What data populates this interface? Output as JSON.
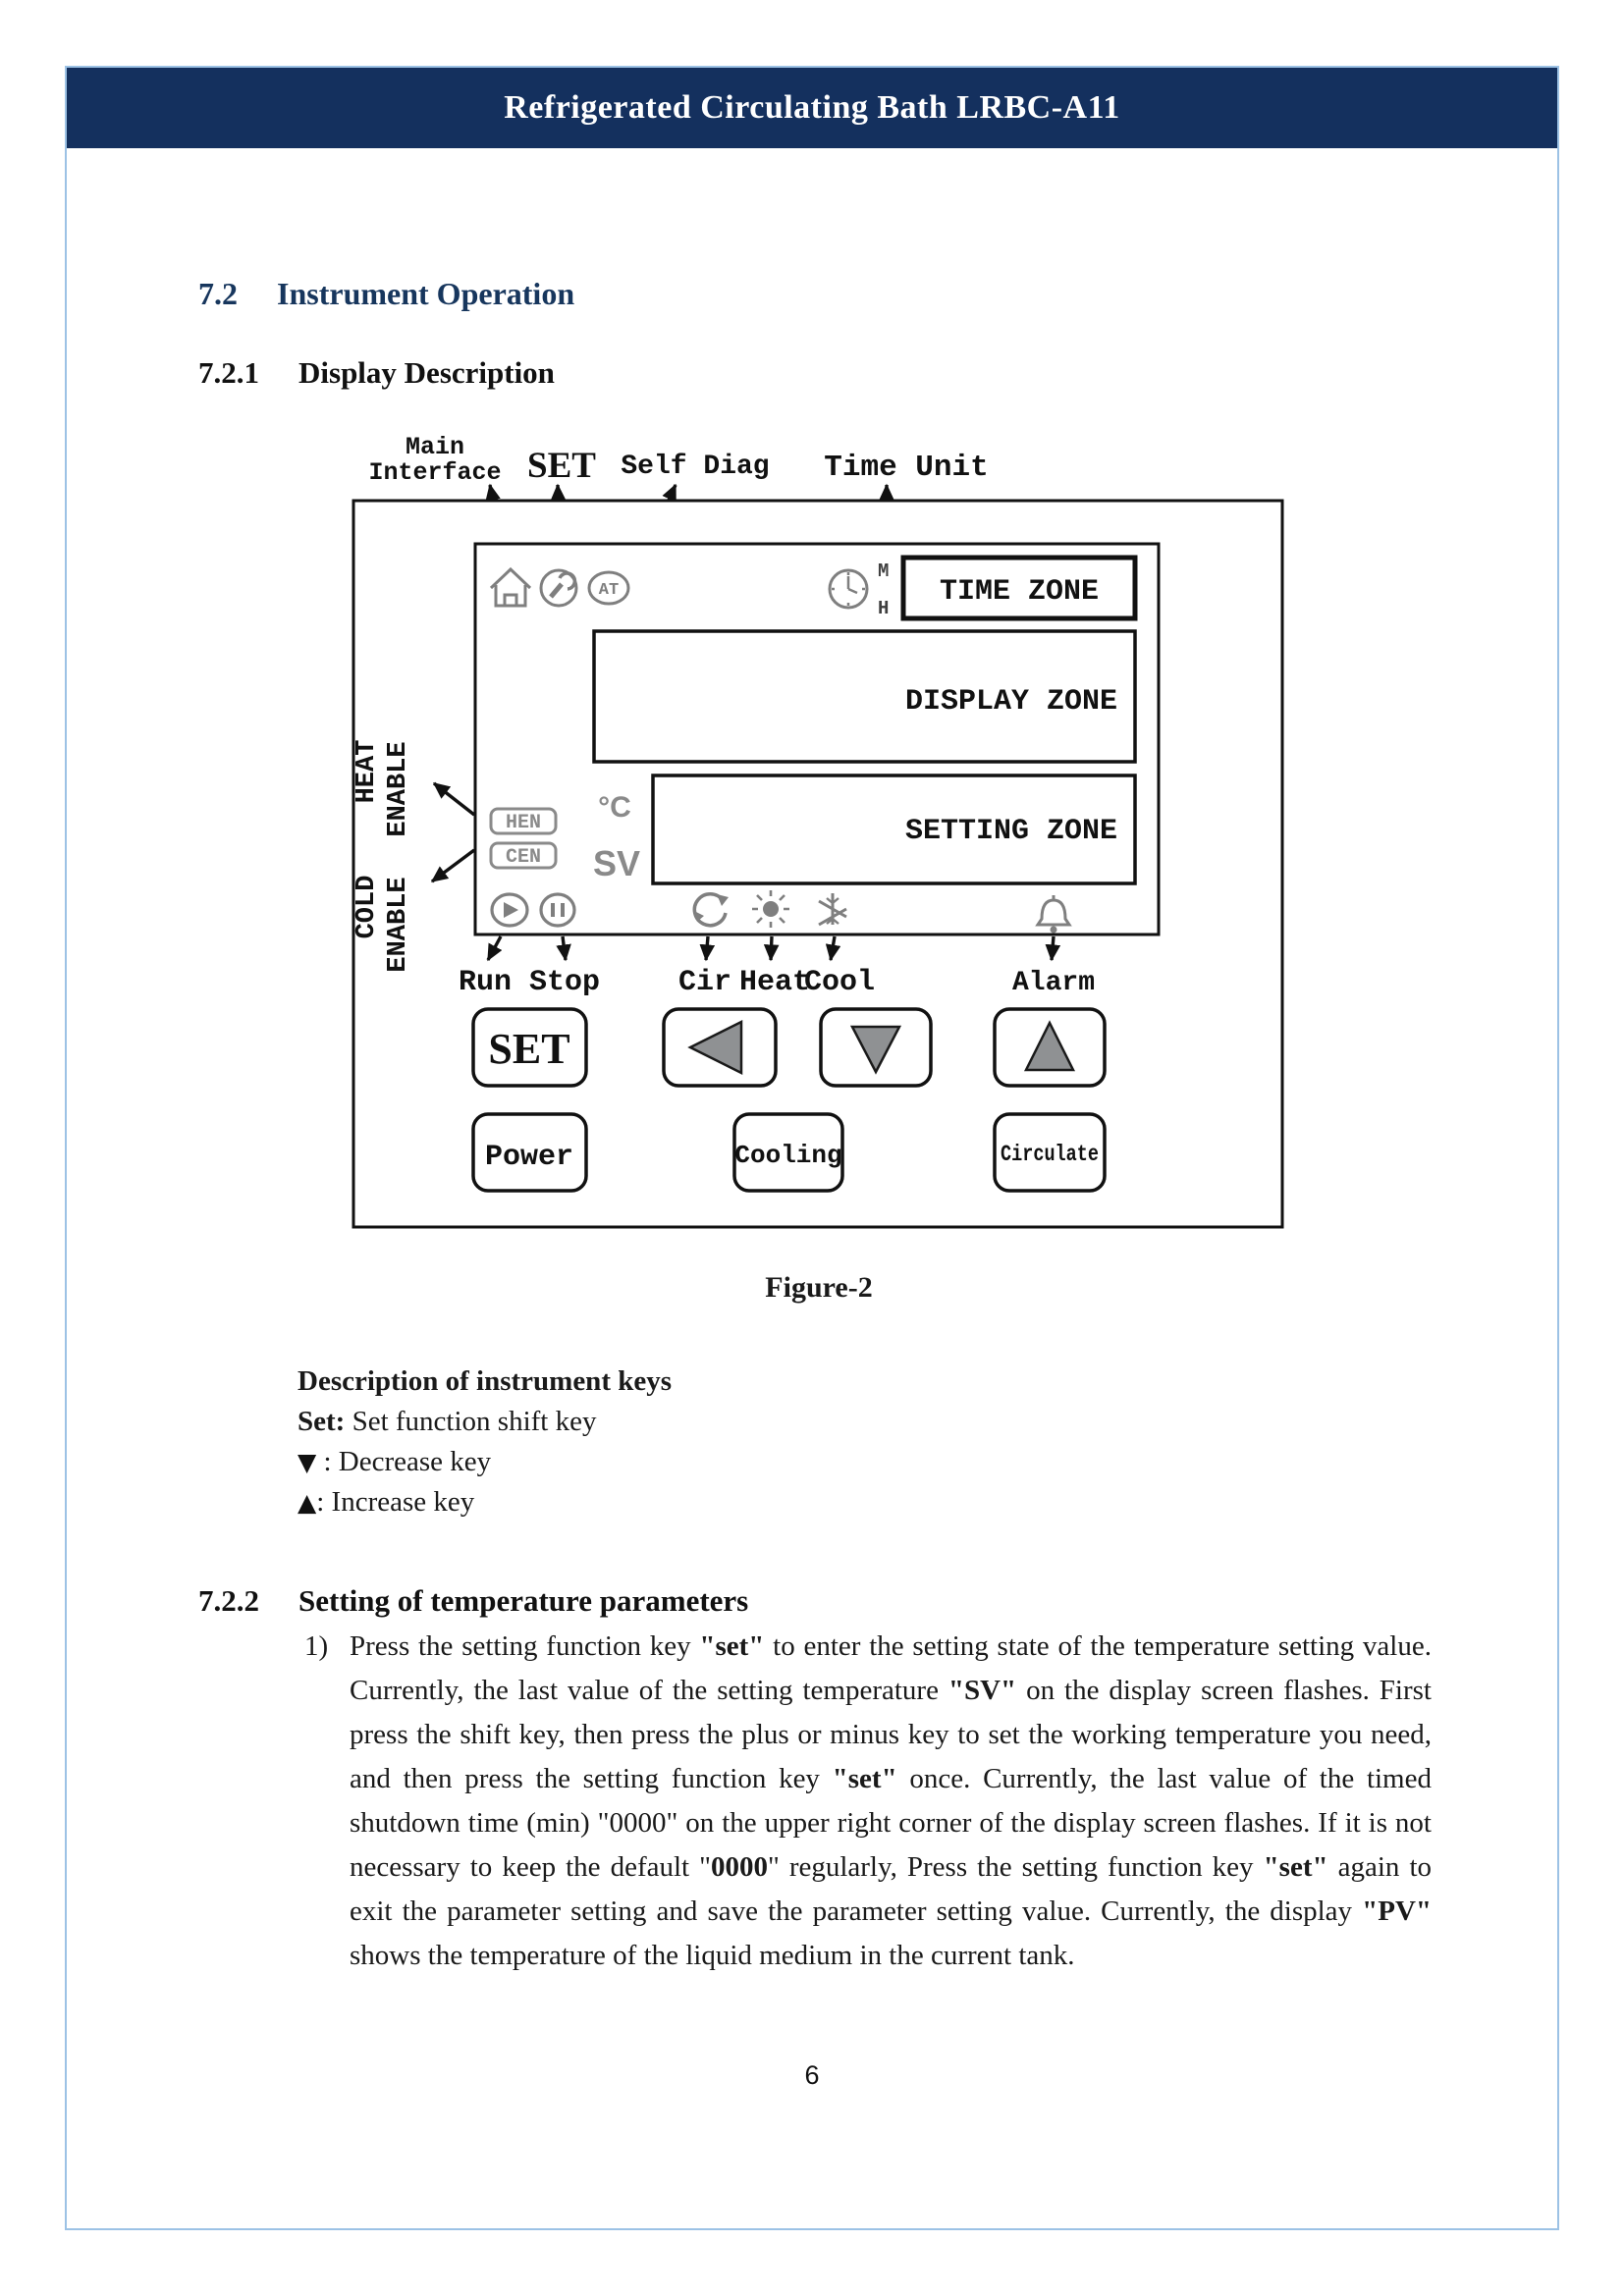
{
  "header": {
    "title": "Refrigerated Circulating Bath LRBC-A11"
  },
  "page": {
    "number": "6"
  },
  "sections": {
    "s72": {
      "number": "7.2",
      "title": "Instrument Operation"
    },
    "s721": {
      "number": "7.2.1",
      "title": "Display Description"
    },
    "s722": {
      "number": "7.2.2",
      "title": "Setting of temperature parameters"
    }
  },
  "figure": {
    "caption": "Figure-2",
    "callouts": {
      "main_interface_1": "Main",
      "main_interface_2": "Interface",
      "set": "SET",
      "self_diag": "Self Diag",
      "time_unit": "Time Unit",
      "heat_enable_1": "HEAT",
      "heat_enable_2": "ENABLE",
      "cold_enable_1": "COLD",
      "cold_enable_2": "ENABLE",
      "run": "Run",
      "stop": "Stop",
      "cir": "Cir",
      "heat": "Heat",
      "cool": "Cool",
      "alarm": "Alarm"
    },
    "panel": {
      "time_zone": "TIME ZONE",
      "display_zone": "DISPLAY ZONE",
      "setting_zone": "SETTING ZONE",
      "hen": "HEN",
      "cen": "CEN",
      "celsius": "°C",
      "sv": "SV",
      "minute": "M",
      "hour": "H",
      "at": "AT"
    },
    "buttons": {
      "set": "SET",
      "power": "Power",
      "cooling": "Cooling",
      "circulate": "Circulate"
    },
    "icons": [
      "home-icon",
      "wrench-icon",
      "at-icon",
      "clock-icon",
      "play-icon",
      "pause-icon",
      "circulate-icon",
      "sun-icon",
      "snowflake-icon",
      "bell-icon",
      "left-triangle-icon",
      "down-triangle-icon",
      "up-triangle-icon"
    ]
  },
  "keys": {
    "heading": "Description of instrument keys",
    "set_term": "Set:",
    "set_desc": " Set function shift key",
    "decrease_glyph": "▼",
    "decrease_desc": " : Decrease key",
    "increase_glyph": "▲",
    "increase_desc": ": Increase key"
  },
  "procedure": {
    "item_number": "1)",
    "runs": [
      {
        "t": "Press the setting function key "
      },
      {
        "t": "\"set\"",
        "b": true
      },
      {
        "t": " to enter the setting state of the temperature setting value. Currently, the last value of the setting temperature "
      },
      {
        "t": "\"SV\"",
        "b": true
      },
      {
        "t": " on the display screen flashes. First press the shift key, then press the plus or minus key to set the working temperature you need, and then press the setting function key "
      },
      {
        "t": "\"set\"",
        "b": true
      },
      {
        "t": " once. Currently, the last value of the timed shutdown time (min) \"0000\" on the upper right corner of the display screen flashes. If it is not necessary to keep the default \""
      },
      {
        "t": "0000",
        "b": true
      },
      {
        "t": "\" regularly, Press the setting function key "
      },
      {
        "t": "\"set\"",
        "b": true
      },
      {
        "t": " again to exit the parameter setting and save the parameter setting value. Currently, the display "
      },
      {
        "t": "\"PV\"",
        "b": true
      },
      {
        "t": " shows the temperature of the liquid medium in the current tank."
      }
    ]
  },
  "colors": {
    "header_bg": "#14305E",
    "frame_border": "#9CC2E5",
    "heading_accent": "#17365D",
    "icon_gray": "#7F7F7F"
  }
}
